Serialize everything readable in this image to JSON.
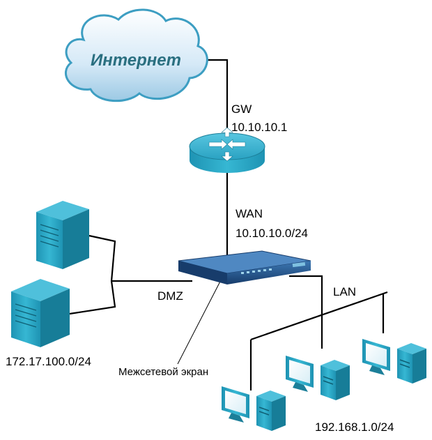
{
  "cloud": {
    "label": "Интернет"
  },
  "gateway": {
    "name": "GW",
    "ip": "10.10.10.1"
  },
  "wan": {
    "name": "WAN",
    "subnet": "10.10.10.0/24"
  },
  "dmz": {
    "name": "DMZ",
    "subnet": "172.17.100.0/24"
  },
  "lan": {
    "name": "LAN",
    "subnet": "192.168.1.0/24"
  },
  "firewall": {
    "caption": "Межсетевой экран"
  },
  "colors": {
    "device_teal": "#29a9c7",
    "device_dark": "#1c7f99",
    "cloud_fill": "#cfe6f5",
    "cloud_edge": "#3d9ec2",
    "firewall_body": "#1f4f86"
  }
}
